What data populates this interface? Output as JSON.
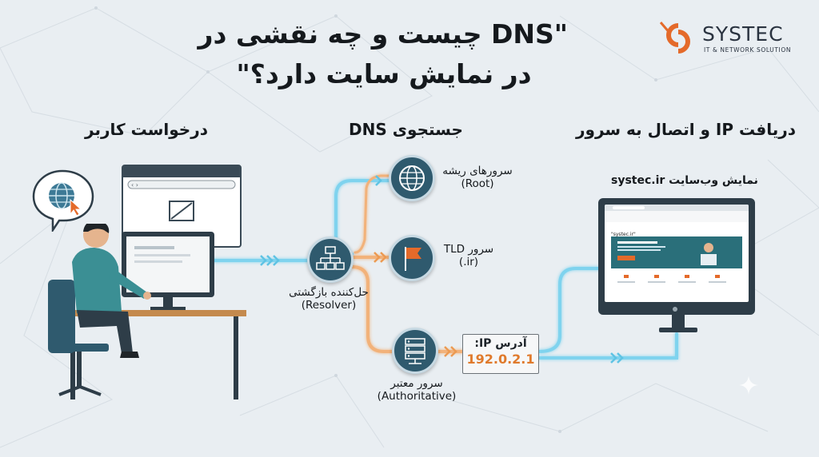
{
  "title": {
    "line1": "\"DNS چیست و چه نقشی در",
    "line2": "در نمایش سایت دارد؟\""
  },
  "logo": {
    "name": "SYSTEC",
    "subtitle": "IT & NETWORK SOLUTION"
  },
  "sections": {
    "user_request": "درخواست کاربر",
    "dns_lookup": "جستجوی DNS",
    "ip_connect": "دریافت IP و اتصال به سرور"
  },
  "nodes": {
    "resolver": {
      "label_fa": "حل‌کننده بازگشتی",
      "label_en": "(Resolver)"
    },
    "root": {
      "label_fa": "سرورهای ریشه",
      "label_en": "(Root)"
    },
    "tld": {
      "label_fa": "سرور TLD",
      "label_en": "(.ir)"
    },
    "authoritative": {
      "label_fa": "سرور معتبر",
      "label_en": "(Authoritative)"
    }
  },
  "ip_box": {
    "label": "آدرس IP:",
    "value": "192.0.2.1"
  },
  "site": {
    "caption": "نمایش وب‌سایت systec.ir",
    "url_text": "\"systec.ir\""
  },
  "colors": {
    "blue_flow": "#5fc3e4",
    "orange_flow": "#f0a866",
    "node_fill": "#2f5a6e",
    "accent": "#e07a2c"
  }
}
